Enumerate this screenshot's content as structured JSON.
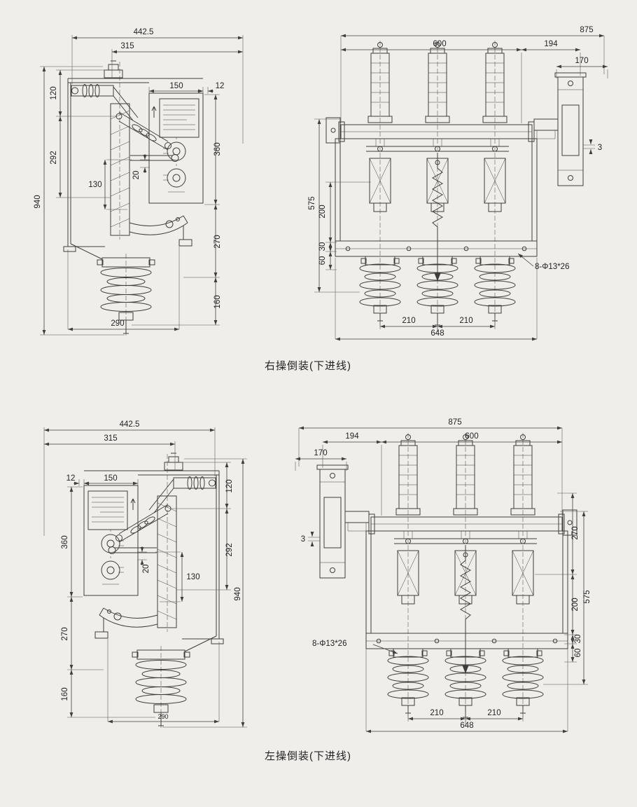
{
  "page": {
    "background": "#f0eeea",
    "line_color": "#3e3e3c",
    "text_color": "#232323"
  },
  "captions": {
    "top": "右操倒装(下进线)",
    "bottom": "左操倒装(下进线)"
  },
  "views": {
    "top_side": {
      "label": "right-operated side elevation",
      "dims": {
        "total_width": "442.5",
        "frame_width": "315",
        "top_offset": "120",
        "upper_section": "292",
        "overall_height": "940",
        "panel_width": "150",
        "panel_gap": "12",
        "panel_height": "360",
        "link_travel": "130",
        "link_offset": "20",
        "mid_section": "270",
        "lower_section": "160",
        "base_depth": "290"
      }
    },
    "top_front": {
      "label": "right-operated front elevation",
      "dims": {
        "total_width": "875",
        "frame_width": "600",
        "mech_offset": "194",
        "mech_width": "170",
        "overall_height": "575",
        "pole_section": "200",
        "rail_upper": "30",
        "rail_lower": "60",
        "gap": "3",
        "hole_note": "8-Φ13*26",
        "phase_pitch_left": "210",
        "phase_pitch_right": "210",
        "base_width": "648"
      }
    },
    "bottom_side": {
      "label": "left-operated side elevation",
      "dims": {
        "total_width": "442.5",
        "frame_width": "315",
        "top_offset": "120",
        "upper_section": "292",
        "overall_height": "940",
        "panel_width": "150",
        "panel_gap": "12",
        "panel_height": "360",
        "link_travel": "130",
        "link_offset": "20",
        "mid_section": "270",
        "lower_section": "160",
        "base_depth": "290"
      }
    },
    "bottom_front": {
      "label": "left-operated front elevation",
      "dims": {
        "total_width": "875",
        "mech_offset": "194",
        "frame_width": "600",
        "mech_width": "170",
        "gap": "3",
        "side_height": "270",
        "overall_height": "575",
        "pole_section": "200",
        "rail_upper": "30",
        "rail_lower": "60",
        "hole_note": "8-Φ13*26",
        "phase_pitch_left": "210",
        "phase_pitch_right": "210",
        "base_width": "648"
      }
    }
  }
}
